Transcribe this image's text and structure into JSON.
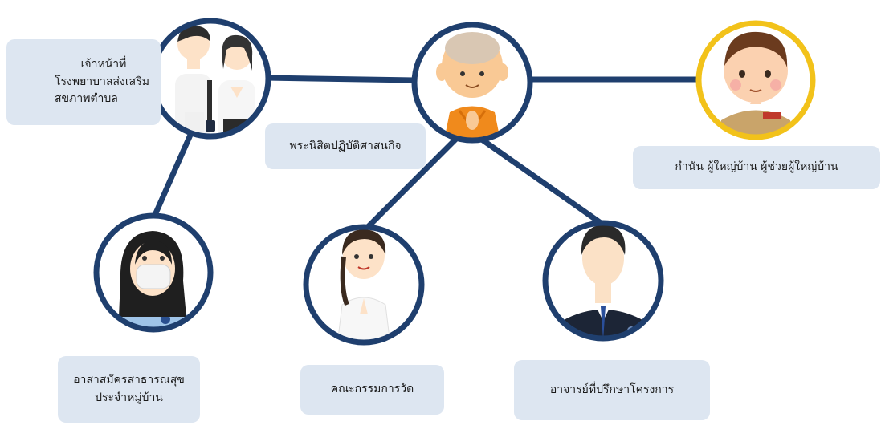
{
  "nodes": {
    "health_staff": {
      "line1": "เจ้าหน้าที่",
      "line2": "โรงพยาบาลส่งเสริม",
      "line3": "สขภาพตำบล"
    },
    "monk": {
      "label": "พระนิสิตปฏิบัติศาสนกิจ"
    },
    "village_chief": {
      "label": "กำนัน ผู้ใหญ่บ้าน ผู้ช่วยผู้ใหญ่บ้าน"
    },
    "health_volunteer": {
      "line1": "อาสาสมัครสาธารณสุข",
      "line2": "ประจำหมู่บ้าน"
    },
    "temple_committee": {
      "label": "คณะกรรมการวัด"
    },
    "project_advisor": {
      "label": "อาจารย์ที่ปรึกษาโครงการ"
    }
  },
  "colors": {
    "connector": "#1f3f6e",
    "ring": "#1f3f6e",
    "chief_ring": "#f2c21a",
    "label_bg": "#dde6f1"
  }
}
